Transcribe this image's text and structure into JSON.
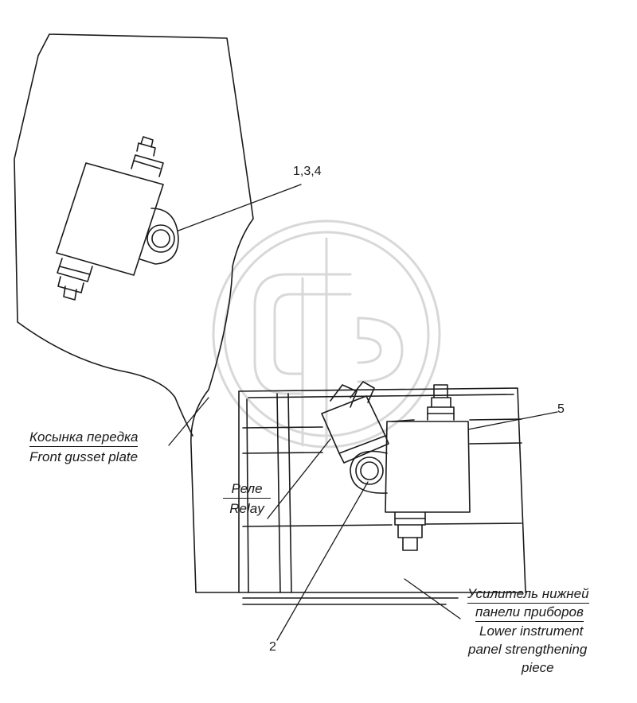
{
  "callouts": {
    "c1": "1,3,4",
    "c2": "2",
    "c5": "5"
  },
  "labels": {
    "gusset_ru": "Косынка передка",
    "gusset_en": "Front gusset plate",
    "relay_ru": "Реле",
    "relay_en": "Relay",
    "panel_ru_1": "Усилитель нижней",
    "panel_ru_2": "панели приборов",
    "panel_en_1": "Lower instrument",
    "panel_en_2": "panel strengthening",
    "panel_en_3": "piece"
  },
  "watermark": {
    "color": "#d8d8d8"
  }
}
